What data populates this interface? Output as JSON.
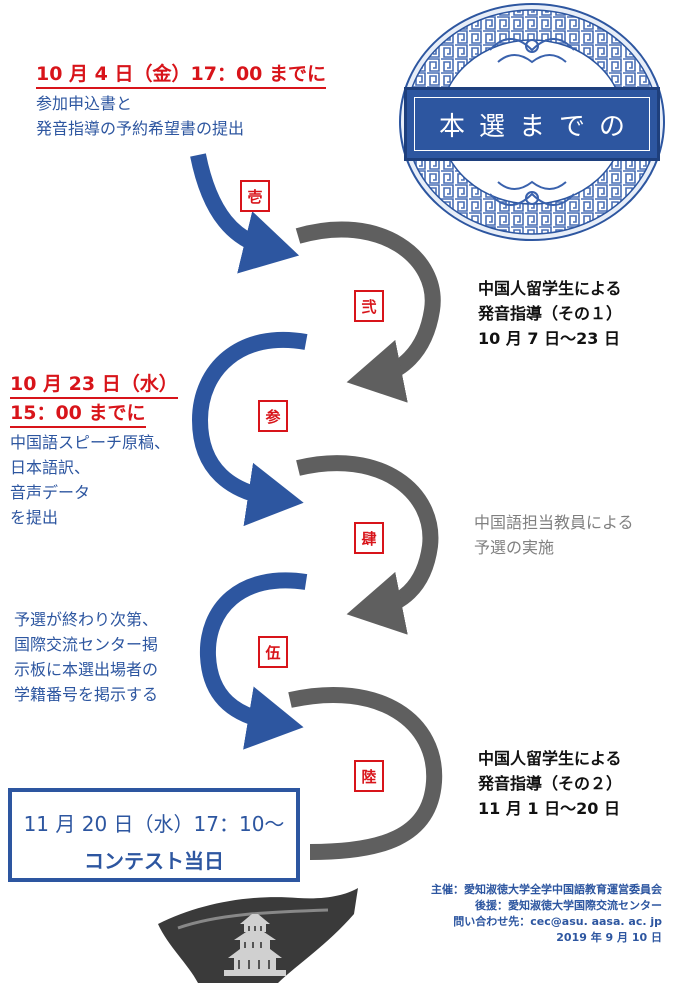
{
  "title": "本選までの",
  "steps": [
    {
      "seal": "壱",
      "deadline": "10 月 4 日（金）17：00 までに",
      "text": "参加申込書と\n発音指導の予約希望書の提出"
    },
    {
      "seal": "弐",
      "text": "中国人留学生による\n発音指導（その１）\n10 月 7 日～23 日"
    },
    {
      "seal": "参",
      "deadline_line1": "10 月 23 日（水）",
      "deadline_line2": "15：00 までに",
      "text": "中国語スピーチ原稿、\n日本語訳、\n音声データ\nを提出"
    },
    {
      "seal": "肆",
      "text": "中国語担当教員による\n予選の実施"
    },
    {
      "seal": "伍",
      "text": "予選が終わり次第、\n国際交流センター掲\n示板に本選出場者の\n学籍番号を掲示する"
    },
    {
      "seal": "陸",
      "text": "中国人留学生による\n発音指導（その２）\n11 月 1 日～20 日"
    }
  ],
  "contest": {
    "date": "11 月 20 日（水）17：10～",
    "label": "コンテスト当日"
  },
  "footer": {
    "organizer": "主催：愛知淑徳大学全学中国語教育運営委員会",
    "support": "後援：愛知淑徳大学国際交流センター",
    "contact": "問い合わせ先：cec@asu. aasa. ac. jp",
    "date": "2019 年 9 月 10 日"
  },
  "colors": {
    "blue": "#2d56a0",
    "gray": "#5f5f5f",
    "red": "#d8141a"
  }
}
